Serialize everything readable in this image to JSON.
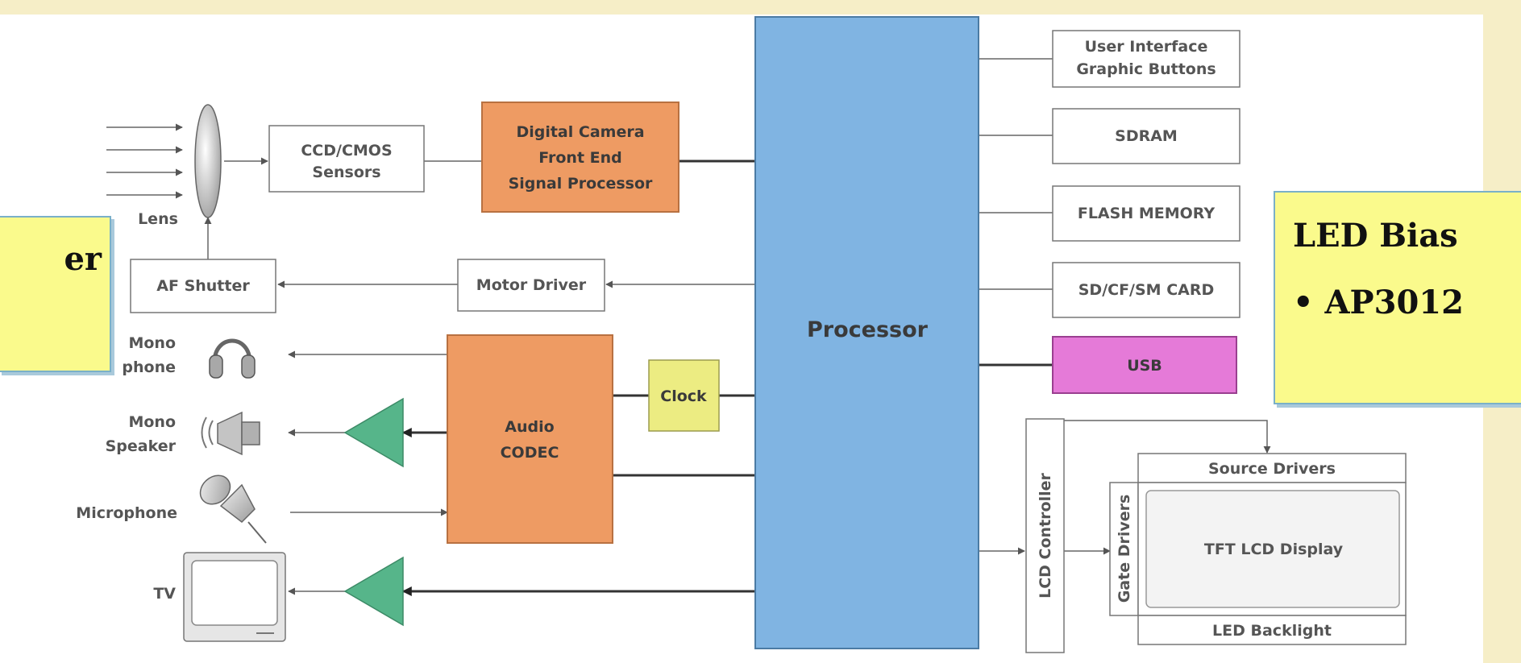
{
  "blocks": {
    "lens": "Lens",
    "ccd": [
      "CCD/CMOS",
      "Sensors"
    ],
    "dcfe": [
      "Digital Camera",
      "Front End",
      "Signal Processor"
    ],
    "af": "AF Shutter",
    "motor": "Motor Driver",
    "processor": "Processor",
    "ui": [
      "User Interface",
      "Graphic Buttons"
    ],
    "sdram": "SDRAM",
    "flash": "FLASH MEMORY",
    "card": "SD/CF/SM CARD",
    "usb": "USB",
    "clock": "Clock",
    "codec": [
      "Audio",
      "CODEC"
    ],
    "headphone": [
      "Mono",
      "phone"
    ],
    "speaker": [
      "Mono",
      "Speaker"
    ],
    "microphone": "Microphone",
    "tv": "TV",
    "lcd_controller": "LCD Controller",
    "source_drivers": "Source Drivers",
    "gate_drivers": "Gate Drivers",
    "tft": "TFT LCD Display",
    "led_backlight": "LED Backlight"
  },
  "notes": {
    "left": "er",
    "right_title": "LED Bias",
    "right_item": "• AP3012"
  },
  "colors": {
    "processor": "#80b4e2",
    "orange": "#ee9b63",
    "clock": "#ecec82",
    "usb": "#e57ad8",
    "amp": "#56b58a",
    "note_bg": "#fafa8c"
  }
}
